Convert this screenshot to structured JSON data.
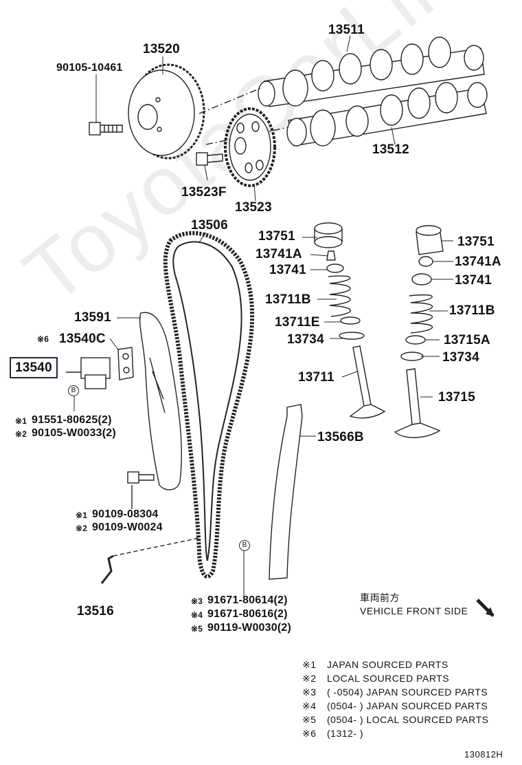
{
  "watermark": "ToyotaCarLine.ru",
  "parts": {
    "p13511": "13511",
    "p13520": "13520",
    "p90105": "90105-10461",
    "p13512": "13512",
    "p13523F": "13523F",
    "p13523": "13523",
    "p13506": "13506",
    "p13751a": "13751",
    "p13741Aa": "13741A",
    "p13741a": "13741",
    "p13711Ba": "13711B",
    "p13711E": "13711E",
    "p13734a": "13734",
    "p13711": "13711",
    "p13751b": "13751",
    "p13741Ab": "13741A",
    "p13741b": "13741",
    "p13711Bb": "13711B",
    "p13715A": "13715A",
    "p13734b": "13734",
    "p13715": "13715",
    "p13591": "13591",
    "p13540C": "13540C",
    "p13540": "13540",
    "p91551": "91551-80625(2)",
    "p90105W": "90105-W0033(2)",
    "p13566B": "13566B",
    "p90109a": "90109-08304",
    "p90109b": "90109-W0024",
    "p13516": "13516",
    "p91671a": "91671-80614(2)",
    "p91671b": "91671-80616(2)",
    "p90119": "90119-W0030(2)"
  },
  "marks": {
    "m6": "※6",
    "m1a": "※1",
    "m2a": "※2",
    "m1b": "※1",
    "m2b": "※2",
    "m3": "※3",
    "m4": "※4",
    "m5": "※5",
    "b1": "B",
    "b2": "B"
  },
  "direction": {
    "jp": "車両前方",
    "en": "VEHICLE FRONT SIDE"
  },
  "legend": [
    {
      "mark": "※1",
      "text": "JAPAN SOURCED PARTS"
    },
    {
      "mark": "※2",
      "text": "LOCAL SOURCED PARTS"
    },
    {
      "mark": "※3",
      "text": "(     -0504) JAPAN SOURCED PARTS"
    },
    {
      "mark": "※4",
      "text": "(0504-      ) JAPAN SOURCED PARTS"
    },
    {
      "mark": "※5",
      "text": "(0504-      ) LOCAL SOURCED PARTS"
    },
    {
      "mark": "※6",
      "text": "(1312-          )"
    }
  ],
  "diagram_id": "130812H",
  "colors": {
    "line": "#222222",
    "fill": "#ffffff",
    "box": "#1a2a4a"
  }
}
